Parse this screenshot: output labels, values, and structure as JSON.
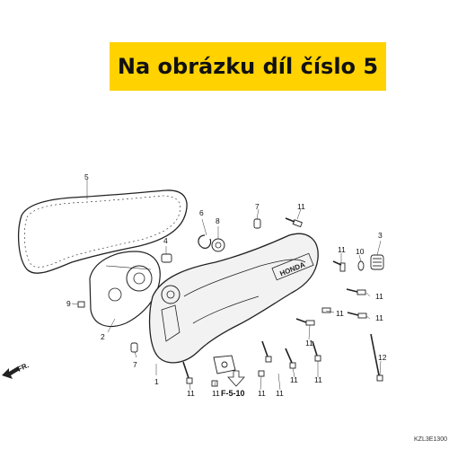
{
  "banner": {
    "text": "Na obrázku díl číslo 5",
    "color": "#ffd200"
  },
  "diagram": {
    "callouts": [
      "5",
      "6",
      "8",
      "7",
      "11",
      "4",
      "11",
      "10",
      "3",
      "9",
      "11",
      "11",
      "2",
      "11",
      "7",
      "11",
      "12",
      "1",
      "11",
      "11",
      "11",
      "11",
      "11",
      "11"
    ],
    "reference": "F-5-10",
    "direction": "FR.",
    "brand": "HONDA",
    "code": "KZL3E1300"
  }
}
